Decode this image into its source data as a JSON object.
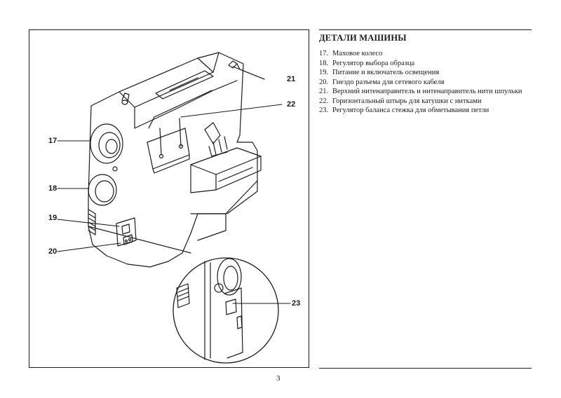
{
  "figure": {
    "callouts": [
      "17",
      "18",
      "19",
      "20",
      "21",
      "22",
      "23"
    ]
  },
  "section": {
    "title": "ДЕТАЛИ МАШИНЫ"
  },
  "parts": [
    {
      "num": "17.",
      "text": "Маховое колесо"
    },
    {
      "num": "18.",
      "text": "Регулятор выбора образца"
    },
    {
      "num": "19.",
      "text": "Питание и включатель освещения"
    },
    {
      "num": "20.",
      "text": "Гнездо разъема для сетевого кабеля"
    },
    {
      "num": "21.",
      "text": "Верхний нитенаправитель и нитенаправитель нити шпульки"
    },
    {
      "num": "22.",
      "text": "Горизонтальный штырь для катушки с нитками"
    },
    {
      "num": "23.",
      "text": "Регулятор баланса стежка для обметывания петли"
    }
  ],
  "page_number": "3"
}
